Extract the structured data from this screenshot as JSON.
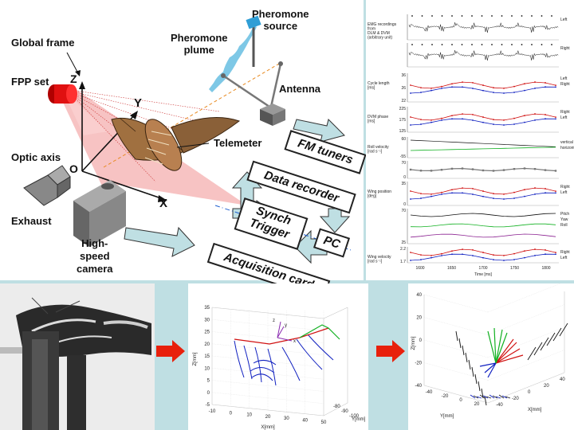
{
  "diagram": {
    "labels": {
      "global_frame": "Global frame",
      "fpp_set": "FPP set",
      "optic_axis": "Optic axis",
      "exhaust": "Exhaust",
      "camera": "High-\nspeed\ncamera",
      "pheromone_plume": "Pheromone\nplume",
      "pheromone_source": "Pheromone\nsource",
      "antenna": "Antenna",
      "telemeter": "Telemeter",
      "axis_z": "Z",
      "axis_y": "Y",
      "axis_x": "X",
      "origin": "O"
    },
    "boxes": {
      "fm_tuners": "FM tuners",
      "data_recorder": "Data recorder",
      "synch_trigger": "Synch\nTrigger",
      "pc": "PC",
      "acquisition_card": "Acquisition card"
    }
  },
  "recordings": {
    "rows": [
      {
        "label": "EMG recordings\nfrom\nDLM & DVM\n(arbitrary unit)",
        "tag": "Left"
      },
      {
        "label": "",
        "tag": "Right"
      },
      {
        "label": "Cycle length\n[ms]",
        "ticks": [
          "36",
          "26",
          "22"
        ],
        "tags": [
          "Left",
          "Right"
        ]
      },
      {
        "label": "DVM phase\n[ms]",
        "ticks": [
          "225",
          "175",
          "125"
        ],
        "tags": [
          "Right",
          "Left"
        ]
      },
      {
        "label": "Roll velocity\n[rad s⁻¹]",
        "ticks": [
          "60",
          "-55"
        ],
        "tags": [
          "vertical",
          "horizontal"
        ]
      },
      {
        "label": "",
        "ticks": [
          "70",
          "0"
        ]
      },
      {
        "label": "Wing position\n[deg]",
        "ticks": [
          "35",
          "0"
        ],
        "tags": [
          "Right",
          "Left"
        ]
      },
      {
        "label": "",
        "ticks": [
          "70",
          "25"
        ],
        "tags": [
          "Pitch",
          "Yaw",
          "Roll"
        ]
      },
      {
        "label": "Wing velocity\n[rad s⁻¹]",
        "ticks": [
          "2.2",
          "1.7"
        ],
        "tags": [
          "Right",
          "Left"
        ]
      }
    ],
    "x_ticks": [
      "1600",
      "1650",
      "1700",
      "1750",
      "1800"
    ],
    "x_label": "Time [ms]"
  },
  "plot3d_a": {
    "z_ticks": [
      "35",
      "30",
      "25",
      "20",
      "15",
      "10",
      "5",
      "0",
      "-5"
    ],
    "x_ticks": [
      "-10",
      "0",
      "10",
      "20",
      "30",
      "40",
      "50"
    ],
    "y_ticks": [
      "-80",
      "-90",
      "-100"
    ],
    "z_label": "Z[mm]",
    "x_label": "X[mm]",
    "y_label": "Y[mm]",
    "axis_labels": {
      "z": "z",
      "y": "y",
      "x": "x"
    }
  },
  "plot3d_b": {
    "z_ticks": [
      "40",
      "20",
      "0",
      "-20",
      "-40"
    ],
    "x_ticks": [
      "-40",
      "-20",
      "0",
      "20",
      "40"
    ],
    "y_ticks": [
      "-40",
      "-20",
      "0",
      "20"
    ],
    "z_label": "Z[mm]",
    "x_label": "X[mm]",
    "y_label": "Y[mm]"
  },
  "colors": {
    "background": "#bfdfe3",
    "arrow": "#bfdfe3",
    "red_arrow": "#e8200c",
    "laser": "#f6b8b8",
    "plume": "#7ec8e6",
    "trace_red": "#d01010",
    "trace_blue": "#1020c0",
    "trace_green": "#10b020"
  }
}
